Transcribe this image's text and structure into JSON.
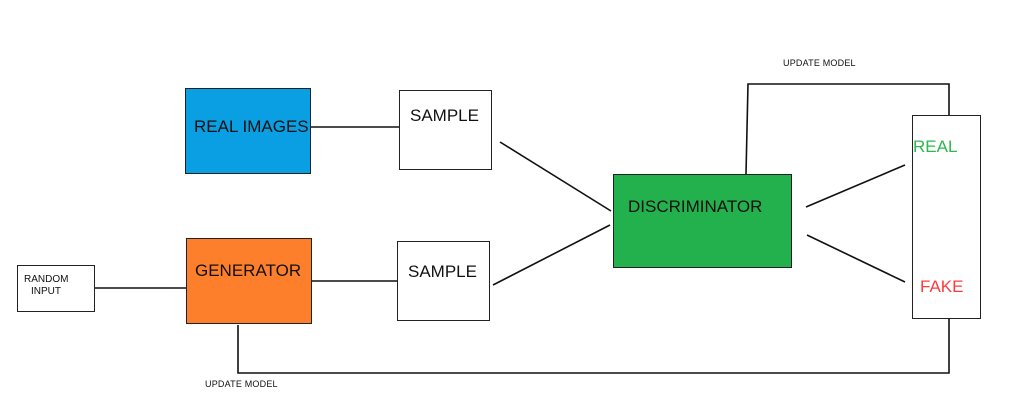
{
  "colors": {
    "real_images": "#0a9fe3",
    "generator": "#fd7f2c",
    "discriminator": "#22b14c",
    "real_text": "#2db84d",
    "fake_text": "#ff3b3b"
  },
  "nodes": {
    "random_input": "RANDOM\nINPUT",
    "real_images": "REAL IMAGES",
    "generator": "GENERATOR",
    "sample_top": "SAMPLE",
    "sample_bottom": "SAMPLE",
    "discriminator": "DISCRIMINATOR",
    "output_real": "REAL",
    "output_fake": "FAKE"
  },
  "edge_labels": {
    "update_model_top": "UPDATE MODEL",
    "update_model_bottom": "UPDATE MODEL"
  }
}
